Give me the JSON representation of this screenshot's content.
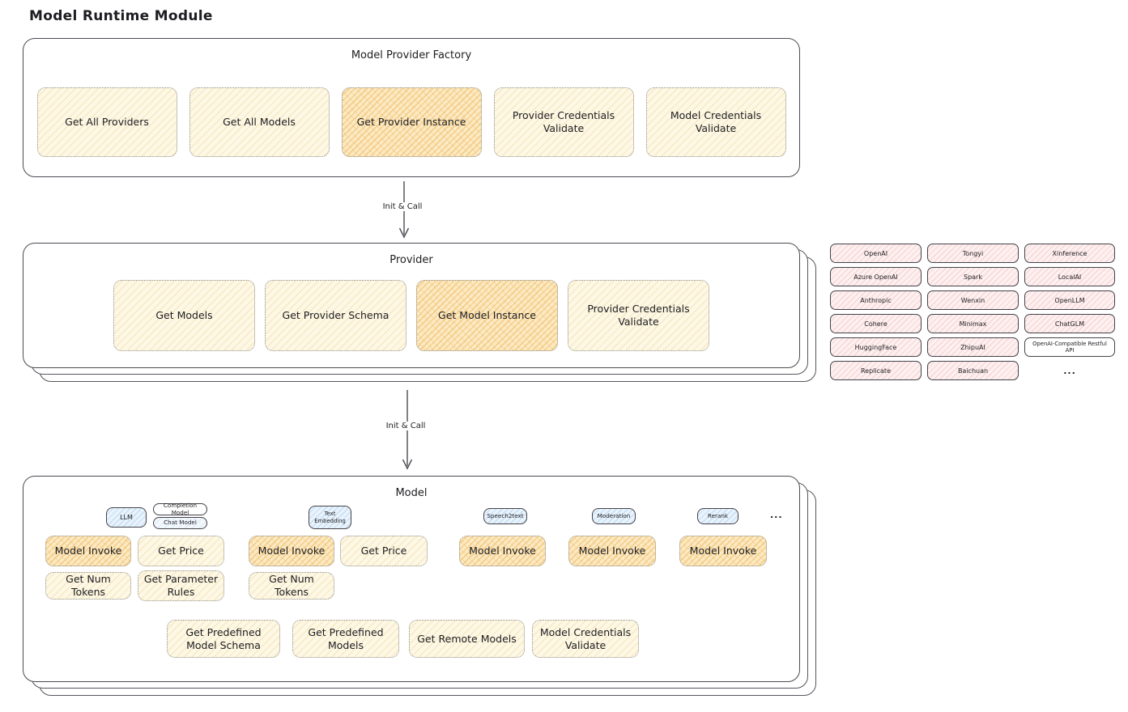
{
  "title": "Model Runtime Module",
  "factory": {
    "title": "Model Provider Factory",
    "boxes": [
      {
        "label": "Get All Providers",
        "highlight": false
      },
      {
        "label": "Get All Models",
        "highlight": false
      },
      {
        "label": "Get Provider Instance",
        "highlight": true
      },
      {
        "label": "Provider Credentials Validate",
        "highlight": false
      },
      {
        "label": "Model Credentials Validate",
        "highlight": false
      }
    ]
  },
  "arrow1": {
    "label": "Init & Call"
  },
  "arrow2": {
    "label": "Init & Call"
  },
  "provider": {
    "title": "Provider",
    "boxes": [
      {
        "label": "Get Models",
        "highlight": false
      },
      {
        "label": "Get Provider Schema",
        "highlight": false
      },
      {
        "label": "Get Model Instance",
        "highlight": true
      },
      {
        "label": "Provider Credentials Validate",
        "highlight": false
      }
    ]
  },
  "providers_grid": {
    "column1": [
      "OpenAI",
      "Azure OpenAI",
      "Anthropic",
      "Cohere",
      "HuggingFace",
      "Replicate"
    ],
    "column2": [
      "Tongyi",
      "Spark",
      "Wenxin",
      "Minimax",
      "ZhipuAI",
      "Baichuan"
    ],
    "column3": [
      "Xinference",
      "LocalAI",
      "OpenLLM",
      "ChatGLM",
      "OpenAI-Compatible Restful API"
    ],
    "ellipsis": "..."
  },
  "model": {
    "title": "Model",
    "pills": {
      "llm": "LLM",
      "completion_model": "Completion Model",
      "chat_model": "Chat Model",
      "text_embedding": "Text Embedding",
      "speech2text": "Speech2text",
      "moderation": "Moderation",
      "rerank": "Rerank",
      "ellipsis": "..."
    },
    "ops": {
      "model_invoke": "Model Invoke",
      "get_price": "Get Price",
      "get_num_tokens": "Get Num Tokens",
      "get_parameter_rules": "Get Parameter Rules"
    },
    "bottom": [
      "Get Predefined Model Schema",
      "Get Predefined Models",
      "Get Remote Models",
      "Model Credentials Validate"
    ]
  },
  "colors": {
    "ink": "#1d1d21",
    "panel_border": "#4b4b53",
    "yellow_fill": "#fdf8e5",
    "orange_fill": "#fbeac3",
    "orange_hatch": "#eeac4a",
    "blue_fill": "#e9f3fc",
    "pink_fill": "#fdf0f0",
    "highlight_boxes": "orange"
  }
}
